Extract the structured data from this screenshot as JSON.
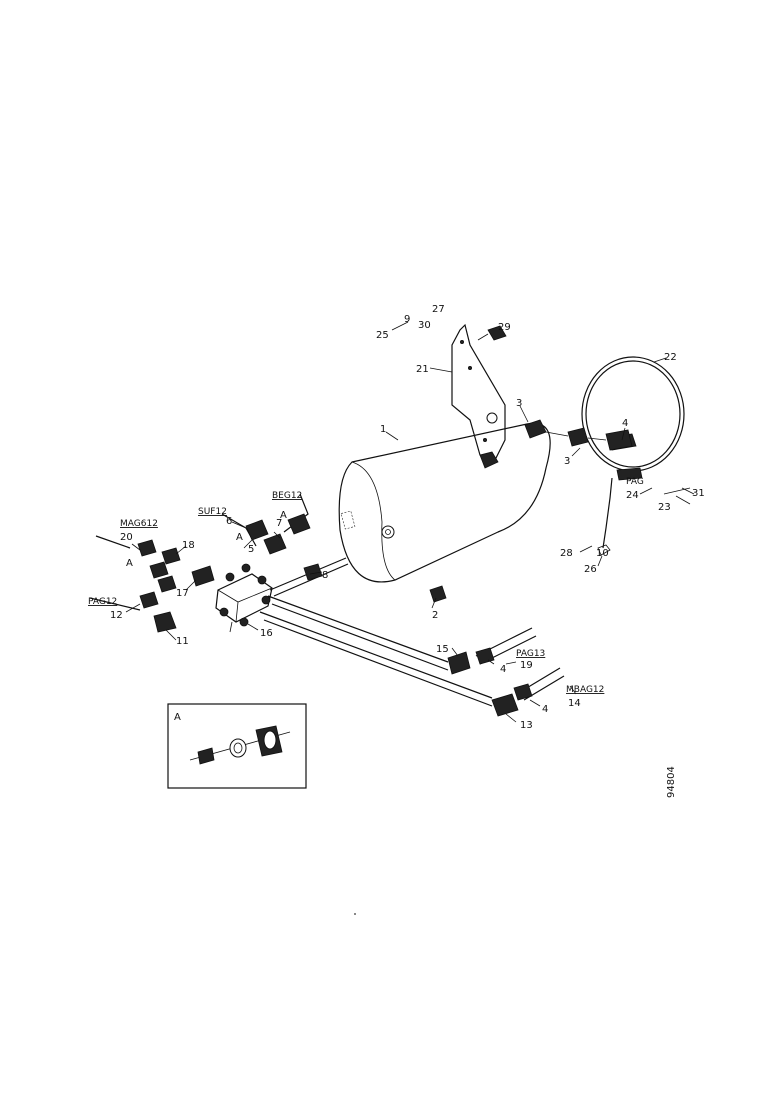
{
  "drawing": {
    "id_code": "94804",
    "detail_view_label": "A",
    "callouts": [
      {
        "id": "c1",
        "text": "1"
      },
      {
        "id": "c2",
        "text": "2"
      },
      {
        "id": "c3a",
        "text": "3"
      },
      {
        "id": "c3b",
        "text": "3"
      },
      {
        "id": "c4",
        "text": "4"
      },
      {
        "id": "c4b",
        "text": "4"
      },
      {
        "id": "c4c",
        "text": "4"
      },
      {
        "id": "c5",
        "text": "5"
      },
      {
        "id": "c6",
        "text": "6"
      },
      {
        "id": "c7",
        "text": "7"
      },
      {
        "id": "c8",
        "text": "8"
      },
      {
        "id": "c9",
        "text": "9"
      },
      {
        "id": "c10",
        "text": "10"
      },
      {
        "id": "c11",
        "text": "11"
      },
      {
        "id": "c12",
        "text": "12"
      },
      {
        "id": "c13",
        "text": "13"
      },
      {
        "id": "c14",
        "text": "14"
      },
      {
        "id": "c15",
        "text": "15"
      },
      {
        "id": "c16",
        "text": "16"
      },
      {
        "id": "c17",
        "text": "17"
      },
      {
        "id": "c18",
        "text": "18"
      },
      {
        "id": "c19",
        "text": "19"
      },
      {
        "id": "c20",
        "text": "20"
      },
      {
        "id": "c21",
        "text": "21"
      },
      {
        "id": "c22",
        "text": "22"
      },
      {
        "id": "c23",
        "text": "23"
      },
      {
        "id": "c24",
        "text": "24"
      },
      {
        "id": "c25",
        "text": "25"
      },
      {
        "id": "c26",
        "text": "26"
      },
      {
        "id": "c27",
        "text": "27"
      },
      {
        "id": "c28",
        "text": "28"
      },
      {
        "id": "c29",
        "text": "29"
      },
      {
        "id": "c30",
        "text": "30"
      },
      {
        "id": "c31",
        "text": "31"
      },
      {
        "id": "cA1",
        "text": "A"
      },
      {
        "id": "cA2",
        "text": "A"
      },
      {
        "id": "cA3",
        "text": "A"
      }
    ],
    "pipe_labels": [
      {
        "id": "p1",
        "text": "MAG612"
      },
      {
        "id": "p2",
        "text": "PAG12"
      },
      {
        "id": "p3",
        "text": "SUF12"
      },
      {
        "id": "p4",
        "text": "BEG12"
      },
      {
        "id": "p5",
        "text": "PAG13"
      },
      {
        "id": "p6",
        "text": "MBAG12"
      },
      {
        "id": "p7",
        "text": "PAG"
      }
    ]
  }
}
